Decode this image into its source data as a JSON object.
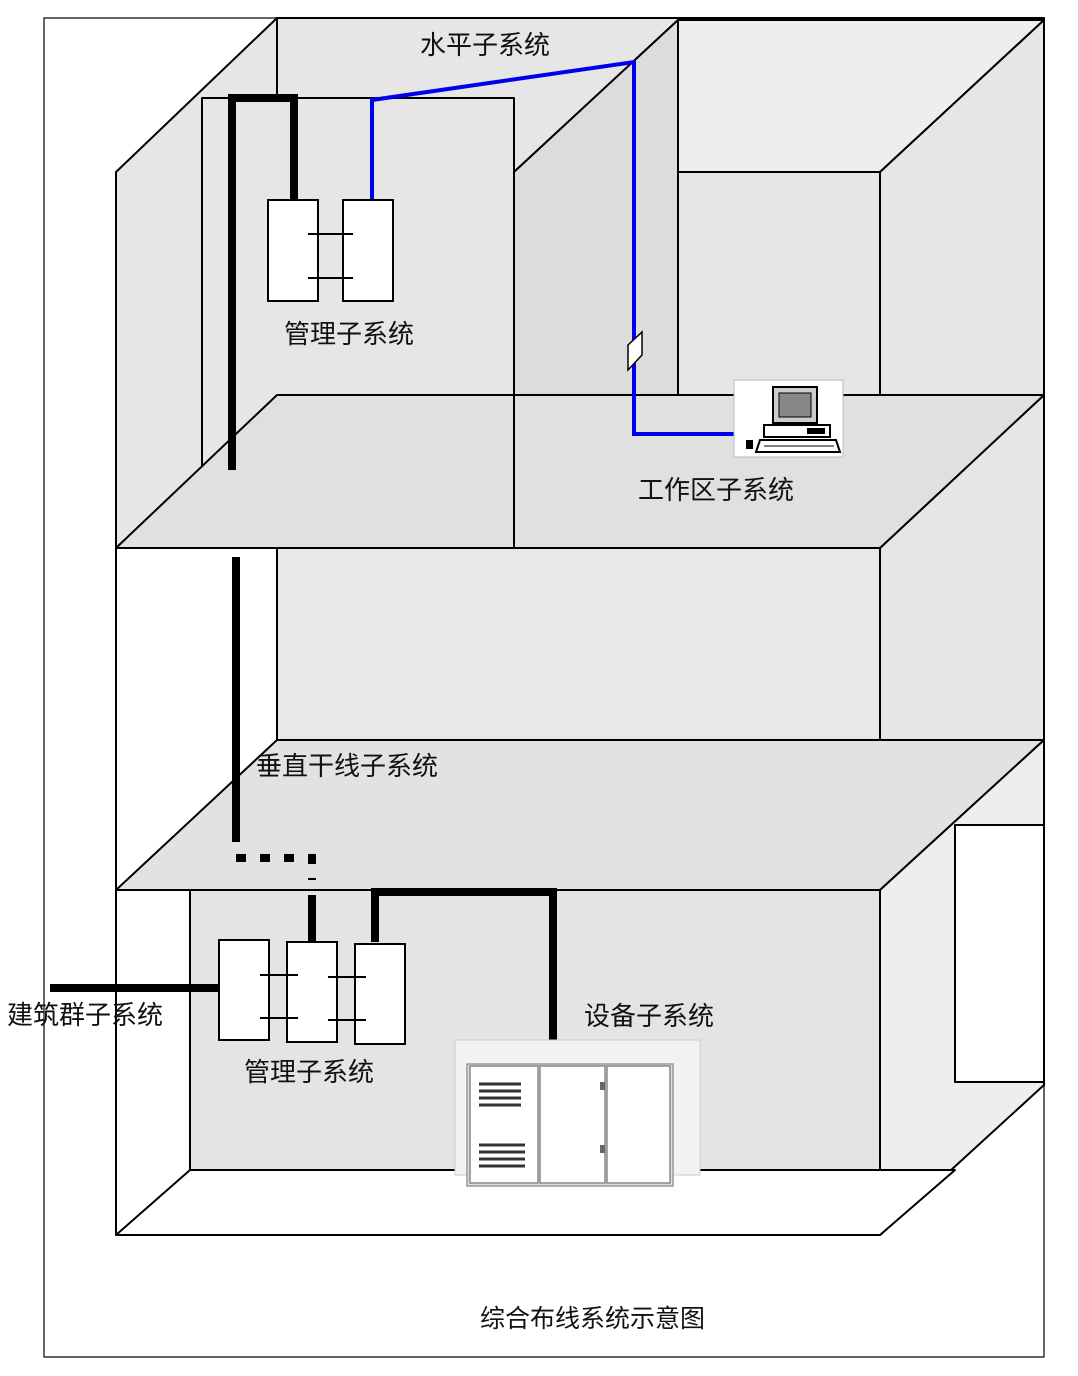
{
  "labels": {
    "horizontal_subsystem": "水平子系统",
    "admin_subsystem_top": "管理子系统",
    "work_area_subsystem": "工作区子系统",
    "vertical_backbone_subsystem": "垂直干线子系统",
    "campus_subsystem": "建筑群子系统",
    "equipment_subsystem": "设备子系统",
    "admin_subsystem_bottom": "管理子系统",
    "caption": "综合布线系统示意图"
  },
  "colors": {
    "wall_fill": "#e6e6e6",
    "line": "#000000",
    "horizontal_cable": "#0000ee",
    "backbone_cable": "#000000",
    "background": "#ffffff"
  },
  "icons": {
    "computer": "computer-icon",
    "equipment_cabinet": "server-cabinet-icon",
    "patch_panel": "patch-panel-icon",
    "info_outlet": "wall-outlet-icon"
  }
}
